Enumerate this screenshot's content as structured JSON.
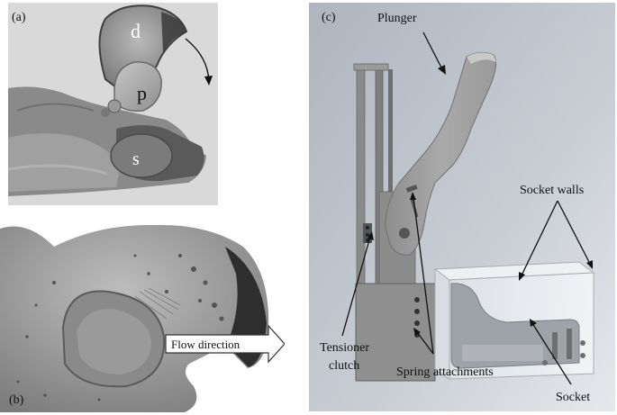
{
  "panel_a": {
    "label": "(a)",
    "parts": {
      "d": "d",
      "p": "p",
      "s": "s"
    }
  },
  "panel_b": {
    "label": "(b)",
    "arrow_text": "Flow direction"
  },
  "panel_c": {
    "label": "(c)",
    "annotations": {
      "plunger": "Plunger",
      "socket_walls": "Socket walls",
      "tensioner_line1": "Tensioner",
      "tensioner_line2": "clutch",
      "spring_attachments": "Spring attachments",
      "socket": "Socket"
    }
  }
}
